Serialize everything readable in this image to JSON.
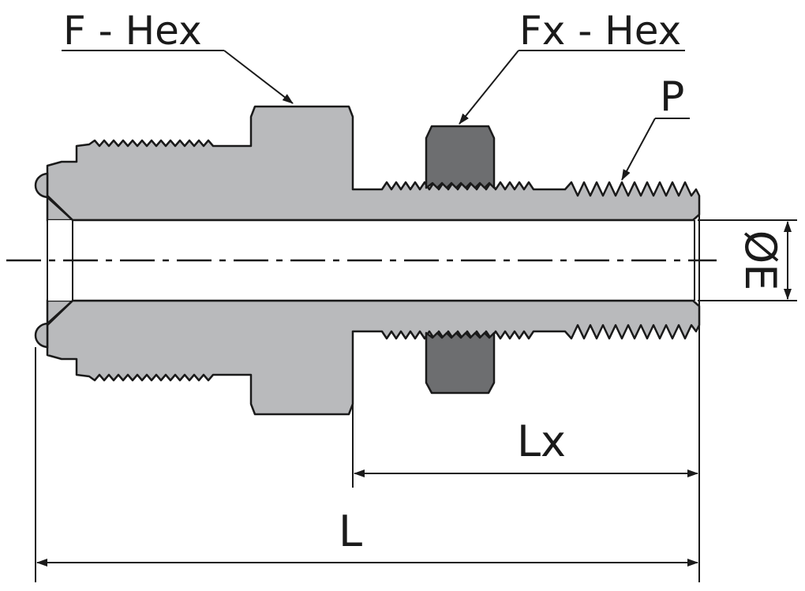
{
  "labels": {
    "f_hex": "F - Hex",
    "fx_hex": "Fx - Hex",
    "thread": "P",
    "bore_diameter": "ØE",
    "bulkhead_length": "Lx",
    "overall_length": "L"
  },
  "colors": {
    "body": "#b9babc",
    "locknut": "#6d6e70",
    "outline": "#1a1a1a",
    "bore": "#ffffff"
  },
  "icons": {
    "dimension_arrow": "arrowhead"
  }
}
